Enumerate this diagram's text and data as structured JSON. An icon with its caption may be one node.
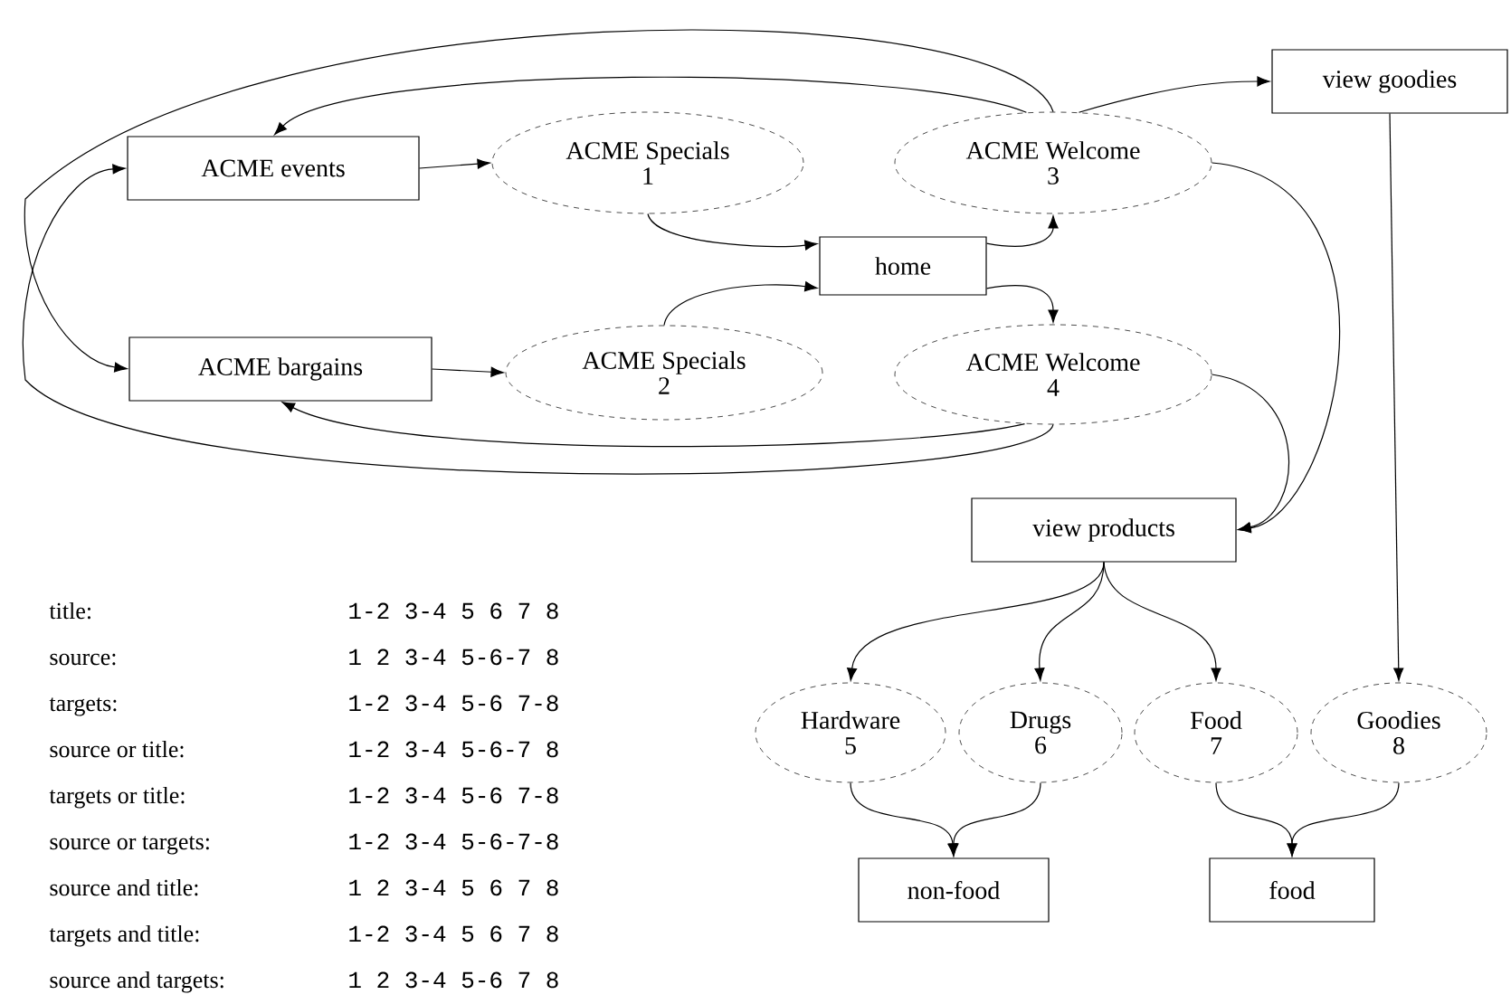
{
  "diagram": {
    "nodes": [
      {
        "text": [
          "ACME events"
        ]
      },
      {
        "text": [
          "ACME Specials",
          "1"
        ]
      },
      {
        "text": [
          "ACME Welcome",
          "3"
        ]
      },
      {
        "text": [
          "view goodies"
        ]
      },
      {
        "text": [
          "home"
        ]
      },
      {
        "text": [
          "ACME bargains"
        ]
      },
      {
        "text": [
          "ACME Specials",
          "2"
        ]
      },
      {
        "text": [
          "ACME Welcome",
          "4"
        ]
      },
      {
        "text": [
          "view products"
        ]
      },
      {
        "text": [
          "Hardware",
          "5"
        ]
      },
      {
        "text": [
          "Drugs",
          "6"
        ]
      },
      {
        "text": [
          "Food",
          "7"
        ]
      },
      {
        "text": [
          "Goodies",
          "8"
        ]
      },
      {
        "text": [
          "non-food"
        ]
      },
      {
        "text": [
          "food"
        ]
      }
    ],
    "edges": [
      {
        "from": 0,
        "to": 1,
        "arrow": "to"
      },
      {
        "from": 5,
        "to": 6,
        "arrow": "to"
      },
      {
        "from": 1,
        "to": 4,
        "arrow": "to"
      },
      {
        "from": 6,
        "to": 4,
        "arrow": "to"
      },
      {
        "from": 4,
        "to": 2,
        "arrow": "to"
      },
      {
        "from": 4,
        "to": 7,
        "arrow": "to"
      },
      {
        "from": 2,
        "to": 3,
        "arrow": "to"
      },
      {
        "from": 2,
        "to": 0,
        "arrow": "to"
      },
      {
        "from": 2,
        "to": 5,
        "arrow": "to"
      },
      {
        "from": 7,
        "to": 5,
        "arrow": "to"
      },
      {
        "from": 7,
        "to": 0,
        "arrow": "to"
      },
      {
        "from": 2,
        "to": 8,
        "arrow": "to"
      },
      {
        "from": 7,
        "to": 8,
        "arrow": "to"
      },
      {
        "from": 3,
        "to": 12,
        "arrow": "to"
      },
      {
        "from": 8,
        "to": 9,
        "arrow": "to"
      },
      {
        "from": 8,
        "to": 10,
        "arrow": "to"
      },
      {
        "from": 8,
        "to": 11,
        "arrow": "to"
      },
      {
        "from": 9,
        "to": 13,
        "arrow": "to"
      },
      {
        "from": 10,
        "to": 13,
        "arrow": "to"
      },
      {
        "from": 11,
        "to": 14,
        "arrow": "to"
      },
      {
        "from": 12,
        "to": 14,
        "arrow": "to"
      }
    ],
    "labels": [
      "title:",
      "1-2 3-4 5 6 7 8",
      "source:",
      "1 2 3-4 5-6-7 8",
      "targets:",
      "1-2 3-4 5-6 7-8",
      "source or title:",
      "1-2 3-4 5-6-7 8",
      "targets or title:",
      "1-2 3-4 5-6 7-8",
      "source or targets:",
      "1-2 3-4 5-6-7-8",
      "source and title:",
      "1 2 3-4 5 6 7 8",
      "targets and title:",
      "1-2 3-4 5 6 7 8",
      "source and targets:",
      "1 2 3-4 5-6 7 8"
    ]
  }
}
